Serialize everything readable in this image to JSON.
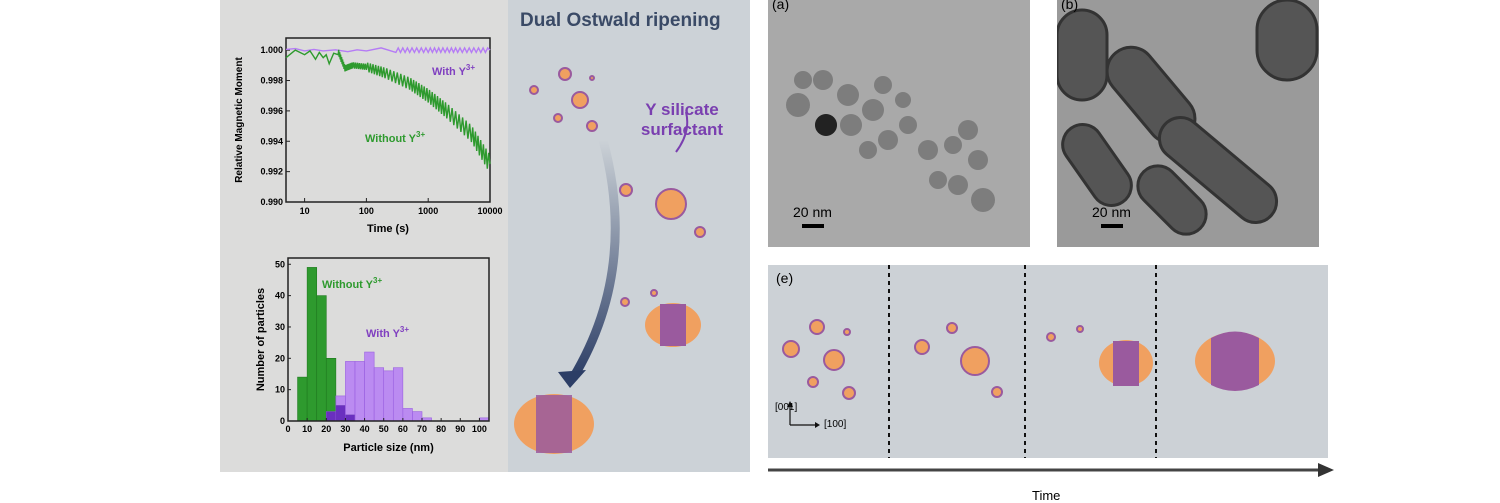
{
  "title": "Dual Ostwald ripening",
  "surfactant_label": "Y silicate surfactant",
  "panel_labels": {
    "a": "(a)",
    "b": "(b)",
    "e": "(e)"
  },
  "scale_bar": "20 nm",
  "axes_dirs": {
    "vertical": "[001]",
    "horizontal": "[100]"
  },
  "time_label": "Time",
  "colors": {
    "without": "#2e9a2e",
    "with": "#b57cf5",
    "overlap": "#6a2fbf",
    "orange": "#f0a060",
    "purple": "#9a5a9e"
  },
  "chart_data": [
    {
      "type": "line",
      "xlabel": "Time (s)",
      "ylabel": "Relative Magnetic Moment",
      "xscale": "log",
      "xlim": [
        5,
        10000
      ],
      "ylim": [
        0.99,
        1.0008
      ],
      "xticks": [
        "10",
        "100",
        "1000",
        "10000"
      ],
      "yticks": [
        "0.990",
        "0.992",
        "0.994",
        "0.996",
        "0.998",
        "1.000"
      ],
      "series": [
        {
          "name": "With Y³⁺",
          "label": "With Y",
          "x": [
            5,
            10,
            20,
            50,
            100,
            300,
            1000,
            3000,
            10000
          ],
          "y": [
            1.0001,
            1.0,
            1.0,
            0.99995,
            1.0,
            1.0,
            1.0,
            1.0,
            1.0
          ]
        },
        {
          "name": "Without Y³⁺",
          "label": "Without Y",
          "x": [
            5,
            10,
            15,
            20,
            25,
            35,
            45,
            60,
            100,
            200,
            500,
            1000,
            2000,
            5000,
            10000
          ],
          "y": [
            0.9997,
            0.9999,
            0.9996,
            0.9997,
            0.9993,
            0.9999,
            0.9988,
            0.999,
            0.9989,
            0.9985,
            0.9978,
            0.997,
            0.996,
            0.9945,
            0.9925
          ]
        }
      ]
    },
    {
      "type": "bar",
      "xlabel": "Particle size (nm)",
      "ylabel": "Number of particles",
      "xlim": [
        0,
        105
      ],
      "ylim": [
        0,
        52
      ],
      "xticks": [
        "0",
        "10",
        "20",
        "30",
        "40",
        "50",
        "60",
        "70",
        "80",
        "90",
        "100"
      ],
      "yticks": [
        "0",
        "10",
        "20",
        "30",
        "40",
        "50"
      ],
      "bin_width": 5,
      "series": [
        {
          "name": "Without Y³⁺",
          "label": "Without Y",
          "bins": [
            5,
            10,
            15,
            20,
            25,
            30
          ],
          "values": [
            14,
            49,
            40,
            20,
            5,
            2
          ]
        },
        {
          "name": "With Y³⁺",
          "label": "With Y",
          "bins": [
            20,
            25,
            30,
            35,
            40,
            45,
            50,
            55,
            60,
            65,
            70,
            100
          ],
          "values": [
            3,
            8,
            19,
            19,
            22,
            17,
            16,
            17,
            4,
            3,
            1,
            1
          ]
        }
      ]
    }
  ]
}
